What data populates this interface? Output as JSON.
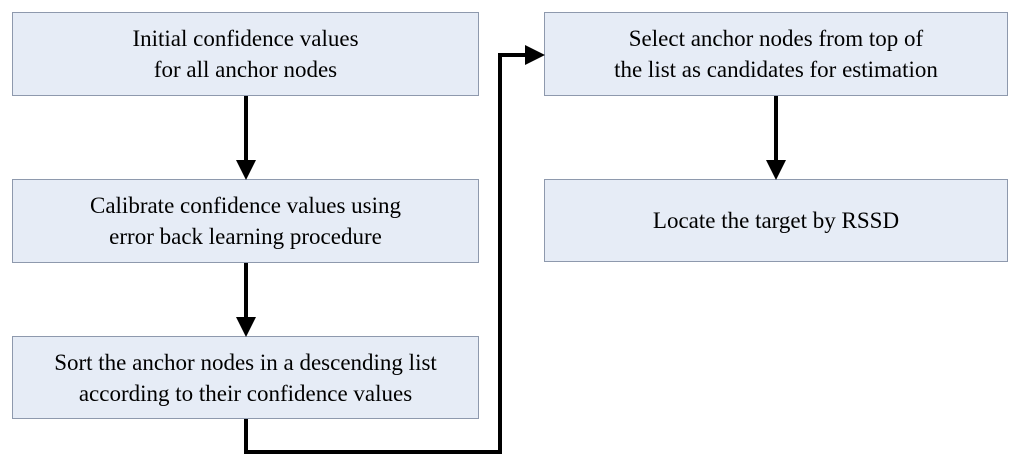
{
  "steps": [
    {
      "lines": [
        "Initial confidence values",
        "for all anchor nodes"
      ]
    },
    {
      "lines": [
        "Calibrate confidence values using",
        "error back learning procedure"
      ]
    },
    {
      "lines": [
        "Sort the anchor nodes in a descending list",
        "according to their confidence values"
      ]
    },
    {
      "lines": [
        "Select anchor nodes from top of",
        "the list as candidates for estimation"
      ]
    },
    {
      "lines": [
        "Locate the target by RSSD"
      ]
    }
  ],
  "colors": {
    "box_fill": "#e6ecf6",
    "box_border": "#8e99ad",
    "arrow": "#000000"
  }
}
